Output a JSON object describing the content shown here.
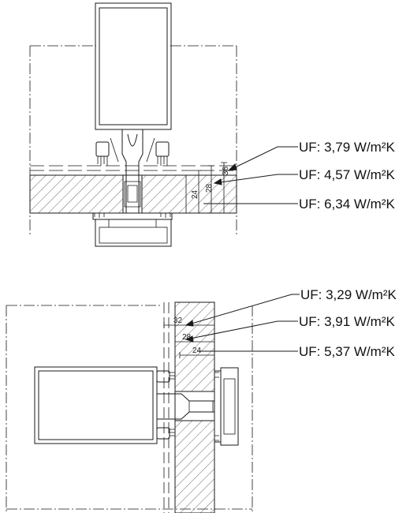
{
  "detail_top": {
    "uf_values": [
      "UF: 3,79 W/m²K",
      "UF: 4,57 W/m²K",
      "UF: 6,34 W/m²K"
    ],
    "dimensions": [
      "36",
      "28",
      "24"
    ]
  },
  "detail_bottom": {
    "uf_values": [
      "UF: 3,29 W/m²K",
      "UF: 3,91 W/m²K",
      "UF: 5,37 W/m²K"
    ],
    "dimensions": [
      "32",
      "28",
      "24"
    ]
  },
  "colors": {
    "line": "#1a1a1a",
    "hatch": "#444444",
    "background": "#ffffff"
  }
}
